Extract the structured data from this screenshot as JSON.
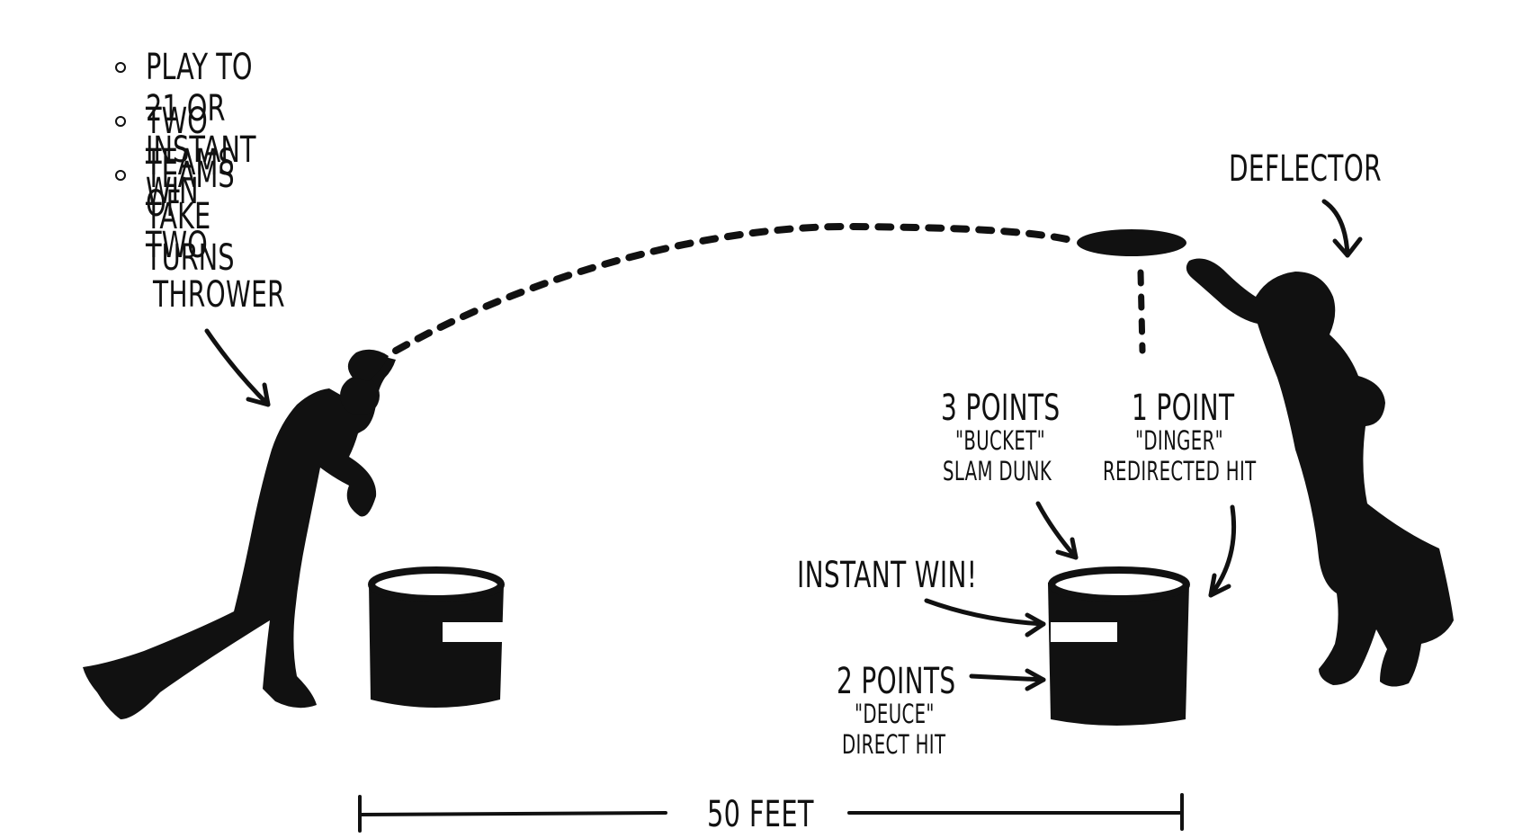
{
  "rules": [
    "PLAY TO 21 OR INSTANT WIN",
    "TWO TEAMS OF TWO",
    "TEAMS TAKE TURNS"
  ],
  "labels": {
    "thrower": "THROWER",
    "deflector": "DEFLECTOR",
    "instant_win": "INSTANT WIN!",
    "distance": "50 FEET"
  },
  "scoring": {
    "bucket": {
      "points": "3 POINTS",
      "name": "\"BUCKET\"",
      "desc": "SLAM DUNK"
    },
    "dinger": {
      "points": "1 POINT",
      "name": "\"DINGER\"",
      "desc": "REDIRECTED HIT"
    },
    "deuce": {
      "points": "2 POINTS",
      "name": "\"DEUCE\"",
      "desc": "DIRECT HIT"
    }
  },
  "colors": {
    "ink": "#111111",
    "background": "#ffffff"
  }
}
